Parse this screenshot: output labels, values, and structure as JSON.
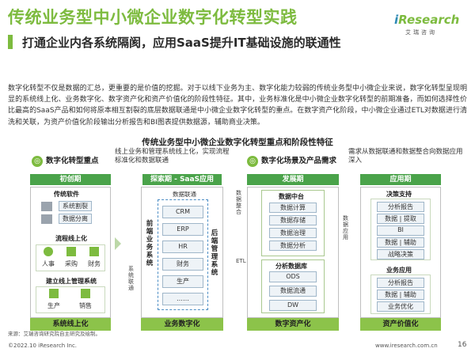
{
  "title": "传统业务型中小微企业数字化转型实践",
  "subtitle": "打通企业内各系统隔阂，应用SaaS提升IT基础设施的联通性",
  "logo": {
    "brand_i": "i",
    "brand_rest": "Research",
    "cn": "艾瑞咨询"
  },
  "body": "数字化转型不仅是数据的汇总，更重要的是价值的挖掘。对于以线下业务为主、数字化能力较弱的传统业务型中小微企业来说，数字化转型呈现明显的系统线上化、业务数字化、数字资产化和资产价值化的阶段性特征。其中，业务标准化是中小微企业数字化转型的前期准备，而如何选择性价比最高的SaaS产品和如何将原本相互割裂的底层数据联通是中小微企业数字化转型的重点。在数字资产化阶段，中小微企业通过ETL对数据进行清洗和关联，为资产价值化阶段输出分析报告和BI图表提供数据源，辅助商业决策。",
  "diagram": {
    "title": "传统业务型中小微企业数字化转型重点和阶段性特征",
    "left_header": "数字化转型重点",
    "note_left": "线上业务和管理系统线上化，实现流程标准化和数据联通",
    "right_header": "数字化场景及产品需求",
    "note_right": "需求从数据联通和数据整合向数据应用深入",
    "stages": [
      "初创期",
      "探索期 - SaaS应用",
      "发展期",
      "应用期"
    ],
    "footers": [
      "系统线上化",
      "业务数字化",
      "数字资产化",
      "资产价值化"
    ],
    "col1": {
      "sec1": "传统软件",
      "sec1_items": [
        "系统割裂",
        "数据分离"
      ],
      "sec2": "流程线上化",
      "sec2_items": [
        "人事",
        "采购",
        "财务"
      ],
      "sec3": "建立线上管理系统",
      "sec3_items": [
        "生产",
        "销售"
      ]
    },
    "col2": {
      "label_top": "数据联通",
      "left_vertical": "前端业务系统",
      "right_vertical": "后端管理系统",
      "items": [
        "CRM",
        "ERP",
        "HR",
        "财务",
        "生产",
        "……"
      ],
      "left_small": "系统联通"
    },
    "col3": {
      "label_integration": "数据整合",
      "label_etl": "ETL",
      "box1_title": "数据中台",
      "box1_items": [
        "数据计算",
        "数据存储",
        "数据治理",
        "数据分析"
      ],
      "box2_title": "分析数据库",
      "box2_items": [
        "ODS",
        "数据流通",
        "DW"
      ],
      "label_application": "数据应用"
    },
    "col4": {
      "sec1": "决策支持",
      "sec1_items": [
        "分析报告",
        "数据 | 提取",
        "BI",
        "数据 | 辅助",
        "战略决策"
      ],
      "sec2": "业务应用",
      "sec2_items": [
        "分析报告",
        "数据 | 辅助",
        "业务优化"
      ]
    }
  },
  "source": "来源：艾瑞咨询研究院自主研究及绘制。",
  "copyright": "©2022.10 iResearch Inc.",
  "url": "www.iresearch.com.cn",
  "page": "16",
  "colors": {
    "brand_green": "#7dbb3f",
    "stage_green": "#4aa34a",
    "footer_green": "#8cc34a",
    "blue": "#4a8cc4"
  }
}
